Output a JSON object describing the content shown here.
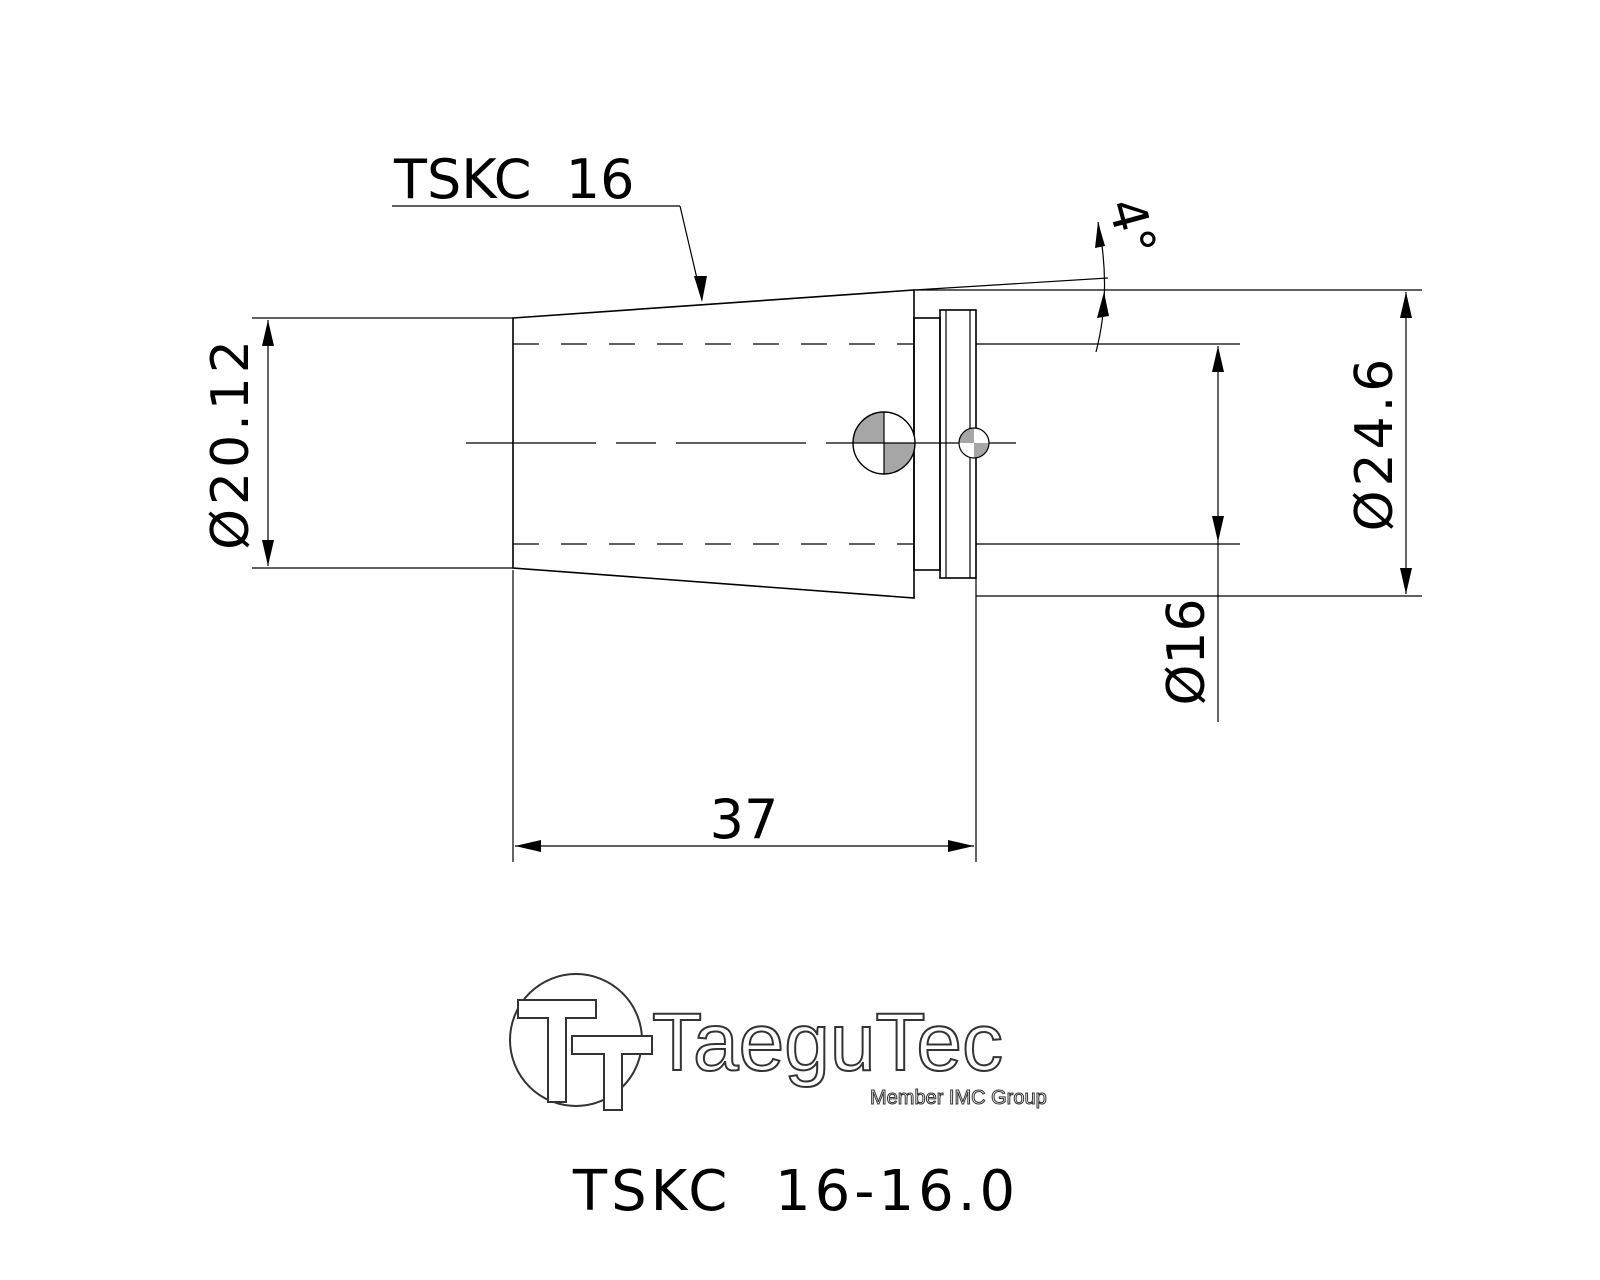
{
  "drawing": {
    "part_label": "TSKC  16",
    "angle_label": "4°",
    "dim_left_diameter": "Ø20.12",
    "dim_right_diameter": "Ø24.6",
    "dim_bore_diameter": "Ø16",
    "dim_length": "37",
    "part_number": "TSKC  16-16.0"
  },
  "logo": {
    "brand": "TaeguTec",
    "tagline": "Member IMC Group"
  }
}
